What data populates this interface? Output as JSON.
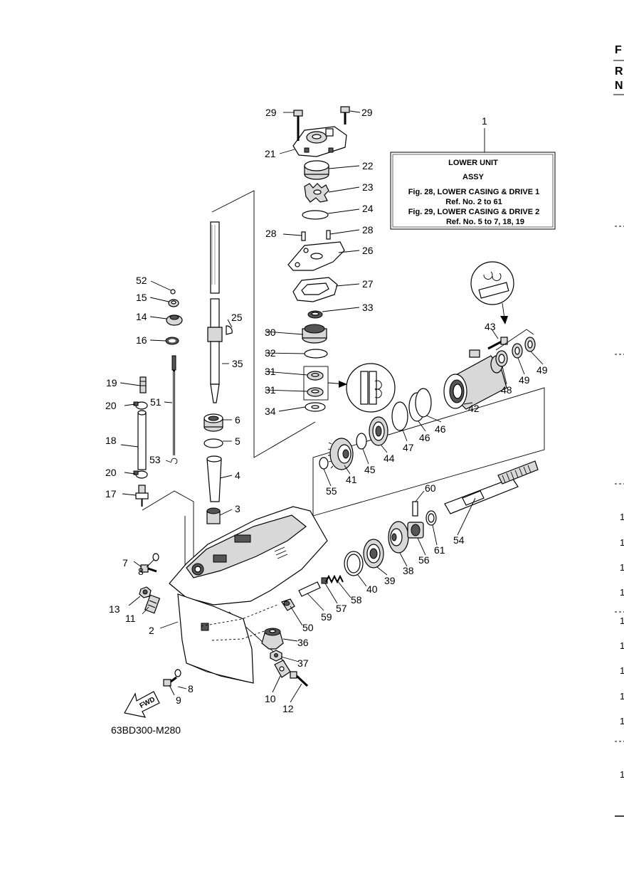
{
  "figure_code": "63BD300-M280",
  "fwd_label": "FWD",
  "legend": {
    "ref_number": "1",
    "line1": "LOWER UNIT",
    "line2": "ASSY",
    "line3": "Fig. 28, LOWER CASING & DRIVE 1",
    "line4": "Ref. No. 2 to 61",
    "line5": "Fig. 29, LOWER CASING & DRIVE 2",
    "line6": "Ref. No. 5 to 7, 18, 19"
  },
  "margin": {
    "letters": [
      "F",
      "R",
      "N"
    ],
    "numbers": [
      "1",
      "1",
      "1",
      "1",
      "1",
      "1",
      "1",
      "1",
      "1",
      "1"
    ]
  },
  "callouts": {
    "c2": "2",
    "c3": "3",
    "c4": "4",
    "c5": "5",
    "c6": "6",
    "c7": "7",
    "c8a": "8",
    "c8b": "8",
    "c9": "9",
    "c10": "10",
    "c11": "11",
    "c12": "12",
    "c13": "13",
    "c14": "14",
    "c15": "15",
    "c16": "16",
    "c17": "17",
    "c18": "18",
    "c19": "19",
    "c20a": "20",
    "c20b": "20",
    "c21": "21",
    "c22": "22",
    "c23": "23",
    "c24": "24",
    "c25": "25",
    "c26": "26",
    "c27": "27",
    "c28a": "28",
    "c28b": "28",
    "c29a": "29",
    "c29b": "29",
    "c30": "30",
    "c31a": "31",
    "c31b": "31",
    "c32": "32",
    "c33": "33",
    "c34": "34",
    "c35": "35",
    "c36": "36",
    "c37": "37",
    "c38": "38",
    "c39": "39",
    "c40": "40",
    "c41": "41",
    "c42": "42",
    "c43": "43",
    "c44": "44",
    "c45": "45",
    "c46a": "46",
    "c46b": "46",
    "c47": "47",
    "c48": "48",
    "c49a": "49",
    "c49b": "49",
    "c50": "50",
    "c51": "51",
    "c52": "52",
    "c53": "53",
    "c54": "54",
    "c55": "55",
    "c56": "56",
    "c57": "57",
    "c58": "58",
    "c59": "59",
    "c60": "60",
    "c61": "61"
  }
}
